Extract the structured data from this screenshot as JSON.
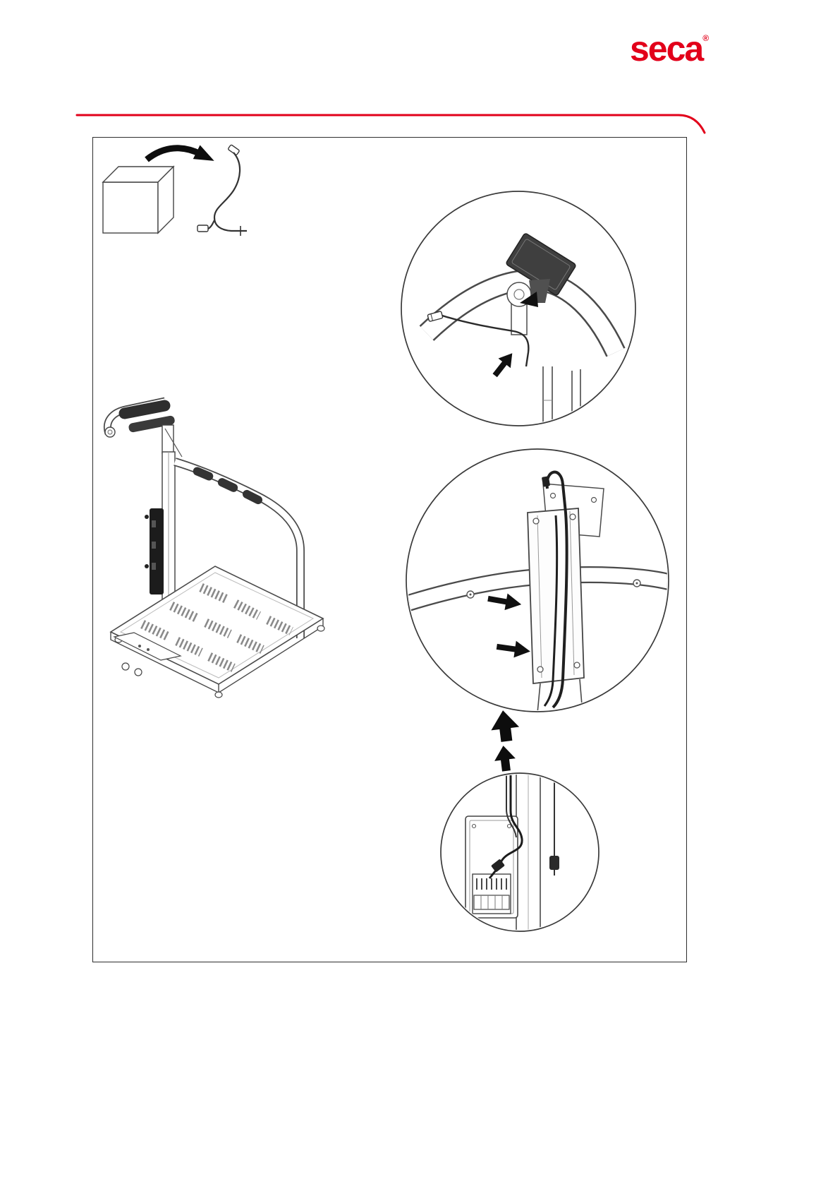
{
  "brand": {
    "logo_text": "seca",
    "registered_mark": "®",
    "brand_red": "#e2001a"
  },
  "colors": {
    "page_background": "#ffffff",
    "line_art": "#4a4a4a",
    "frame_border": "#2e2e2e",
    "arrow_black": "#0d0d0d"
  },
  "figure": {
    "illustrations": [
      "package-with-cable",
      "assembled-scale-with-handrail",
      "detail-handlebar-cable-connection",
      "detail-column-cable-routing",
      "detail-base-connector-panel",
      "upward-routing-arrows"
    ]
  }
}
